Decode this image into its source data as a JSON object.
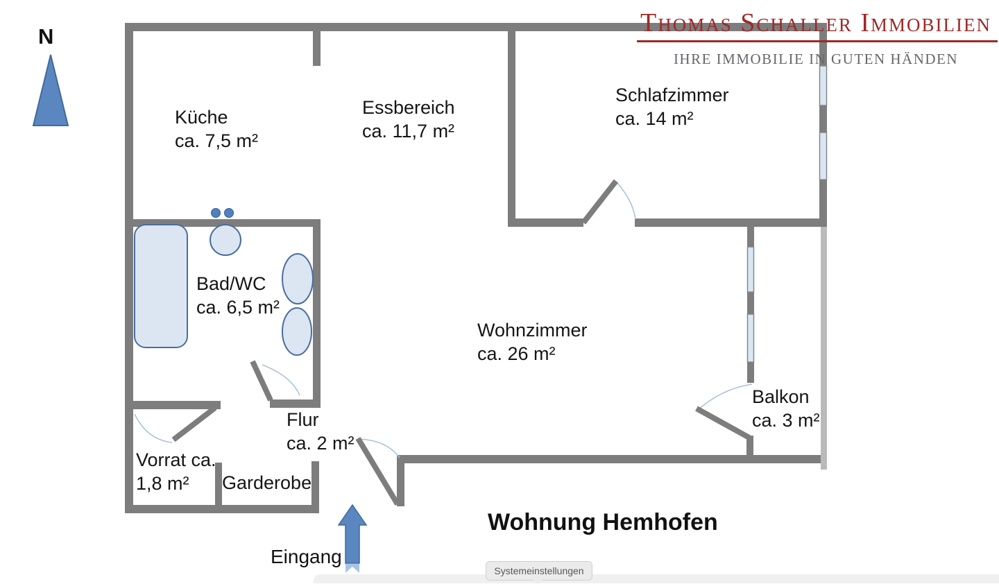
{
  "branding": {
    "company": "Thomas Schaller Immobilien",
    "tagline": "IHRE IMMOBILIE IN GUTEN HÄNDEN",
    "accent_color": "#9c2a28",
    "tagline_color": "#65666c"
  },
  "compass": {
    "label": "N"
  },
  "plan": {
    "title": "Wohnung Hemhofen",
    "entrance_label": "Eingang",
    "rooms": [
      {
        "label": "Küche",
        "area": "ca. 7,5 m²"
      },
      {
        "label": "Essbereich",
        "area": "ca. 11,7 m²"
      },
      {
        "label": "Schlafzimmer",
        "area": "ca. 14 m²"
      },
      {
        "label": "Bad/WC",
        "area": "ca. 6,5 m²"
      },
      {
        "label": "Wohnzimmer",
        "area": "ca. 26 m²"
      },
      {
        "label": "Balkon",
        "area": "ca. 3 m²"
      },
      {
        "label": "Flur",
        "area": "ca. 2 m²"
      },
      {
        "label": "Vorrat ca.",
        "area": "1,8 m²"
      },
      {
        "label": "Garderobe",
        "area": ""
      }
    ],
    "colors": {
      "wall": "#7d7d7d",
      "railing": "#bababa",
      "window_fill": "#d9e6f3",
      "window_stroke": "#878787",
      "fixture_fill": "#dbe6f2",
      "fixture_stroke": "#4a6d9b",
      "accent_blue": "#5b87c0",
      "door_arc": "#a8c0d8"
    }
  },
  "dock": {
    "tooltip": "Systemeinstellungen"
  }
}
